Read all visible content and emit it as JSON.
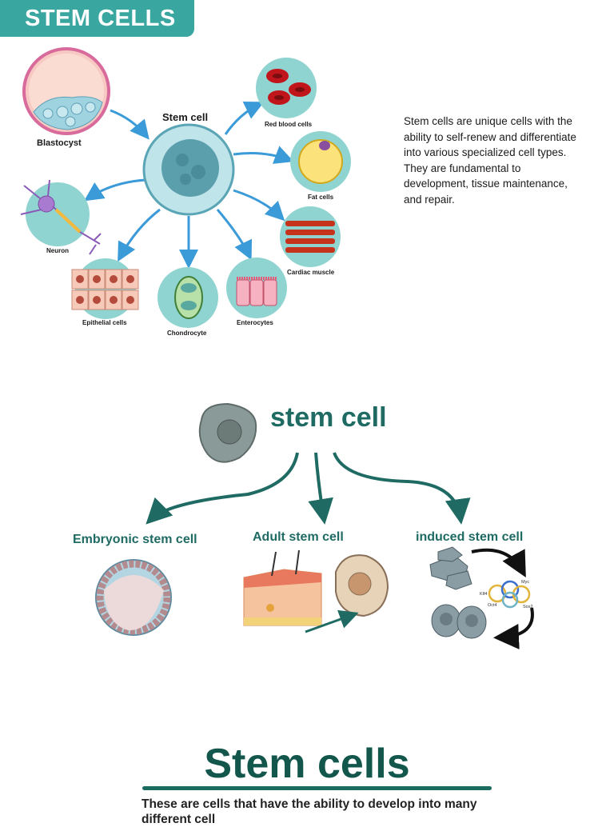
{
  "header": {
    "title": "STEM CELLS"
  },
  "diagram1": {
    "center_label": "Stem cell",
    "labels": {
      "blastocyst": "Blastocyst",
      "red_blood": "Red blood cells",
      "fat": "Fat cells",
      "neuron": "Neuron",
      "cardiac": "Cardiac muscle",
      "epithelial": "Epithelial cells",
      "chondrocyte": "Chondrocyte",
      "enterocytes": "Enterocytes"
    },
    "colors": {
      "teal_bg": "#8fd4d0",
      "arrow": "#3b9bd9",
      "banner": "#3aa6a0"
    }
  },
  "description": "Stem cells are unique cells with the ability to self-renew and differentiate into various specialized cell types. They are fundamental to development, tissue maintenance, and repair.",
  "diagram2": {
    "title": "stem cell",
    "branches": {
      "embryonic": "Embryonic stem cell",
      "adult": "Adult stem cell",
      "induced": "induced stem cell"
    },
    "factors": {
      "klf4": "Klf4",
      "myc": "Myc",
      "oct4": "Oct4",
      "sox2": "Sox2"
    },
    "colors": {
      "dark_teal": "#1f6b63"
    }
  },
  "poster": {
    "title": "Stem cells",
    "text": "These are cells that have the ability to develop into many different cell"
  }
}
